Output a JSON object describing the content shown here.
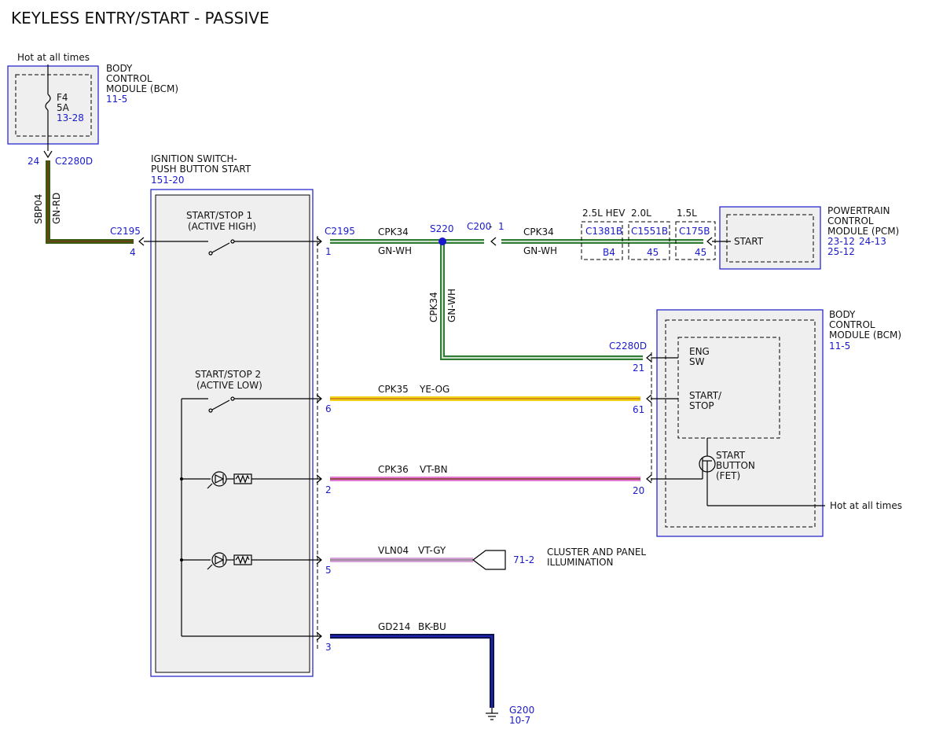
{
  "title": "KEYLESS ENTRY/START - PASSIVE",
  "colors": {
    "module_border": "#2a2ad0",
    "link_blue": "#1a1acc",
    "wire_gn_wh": "#2e7d32",
    "wire_gn_rd": "#3b5a12",
    "wire_ye_og": "#f2d21b",
    "wire_vt_bn": "#e37ad6",
    "wire_vt_gy": "#d7a0d8",
    "wire_bk_bu": "#0c1450",
    "module_fill": "#efefef"
  },
  "bcm_top": {
    "hot_label": "Hot at all times",
    "name": [
      "BODY",
      "CONTROL",
      "MODULE (BCM)"
    ],
    "ref": "11-5",
    "fuse": {
      "name": "F4",
      "rating": "5A",
      "ref": "13-28"
    },
    "pin": "24",
    "connector": "C2280D"
  },
  "wire_sbp04": {
    "circuit": "SBP04",
    "color": "GN-RD"
  },
  "ignition_switch": {
    "name": [
      "IGNITION SWITCH-",
      "PUSH BUTTON START"
    ],
    "ref": "151-20",
    "left_connector": "C2195",
    "left_pin": "4",
    "right_connector": "C2195",
    "switch1": [
      "START/STOP 1",
      "(ACTIVE HIGH)"
    ],
    "switch2": [
      "START/STOP 2",
      "(ACTIVE LOW)"
    ],
    "pins": [
      "1",
      "6",
      "2",
      "5",
      "3"
    ]
  },
  "wires": {
    "cpk34_a": {
      "circuit": "CPK34",
      "color": "GN-WH"
    },
    "splice": "S220",
    "c200": "C200",
    "c200_pin": "1",
    "cpk34_b": {
      "circuit": "CPK34",
      "color": "GN-WH"
    },
    "cpk34_v": {
      "circuit": "CPK34",
      "color": "GN-WH"
    },
    "cpk35": {
      "circuit": "CPK35",
      "color": "YE-OG"
    },
    "cpk36": {
      "circuit": "CPK36",
      "color": "VT-BN"
    },
    "vln04": {
      "circuit": "VLN04",
      "color": "VT-GY"
    },
    "gd214": {
      "circuit": "GD214",
      "color": "BK-BU"
    }
  },
  "pcm_connectors": [
    {
      "variant": "2.5L HEV",
      "connector": "C1381B",
      "pin": "B4"
    },
    {
      "variant": "2.0L",
      "connector": "C1551B",
      "pin": "45"
    },
    {
      "variant": "1.5L",
      "connector": "C175B",
      "pin": "45"
    }
  ],
  "pcm": {
    "name": [
      "POWERTRAIN",
      "CONTROL",
      "MODULE (PCM)"
    ],
    "refs": [
      "23-12",
      "24-13",
      "25-12"
    ],
    "signal": "START"
  },
  "bcm_right": {
    "name": [
      "BODY",
      "CONTROL",
      "MODULE (BCM)"
    ],
    "ref": "11-5",
    "connector": "C2280D",
    "eng_sw": [
      "ENG",
      "SW"
    ],
    "start_stop": [
      "START/",
      "STOP"
    ],
    "start_button": [
      "START",
      "BUTTON",
      "(FET)"
    ],
    "hot_label": "Hot at all times",
    "pins": {
      "eng": "21",
      "start_stop": "61",
      "button": "20"
    }
  },
  "cluster": {
    "ref": "71-2",
    "label": [
      "CLUSTER AND PANEL",
      "ILLUMINATION"
    ]
  },
  "ground": {
    "name": "G200",
    "ref": "10-7"
  }
}
